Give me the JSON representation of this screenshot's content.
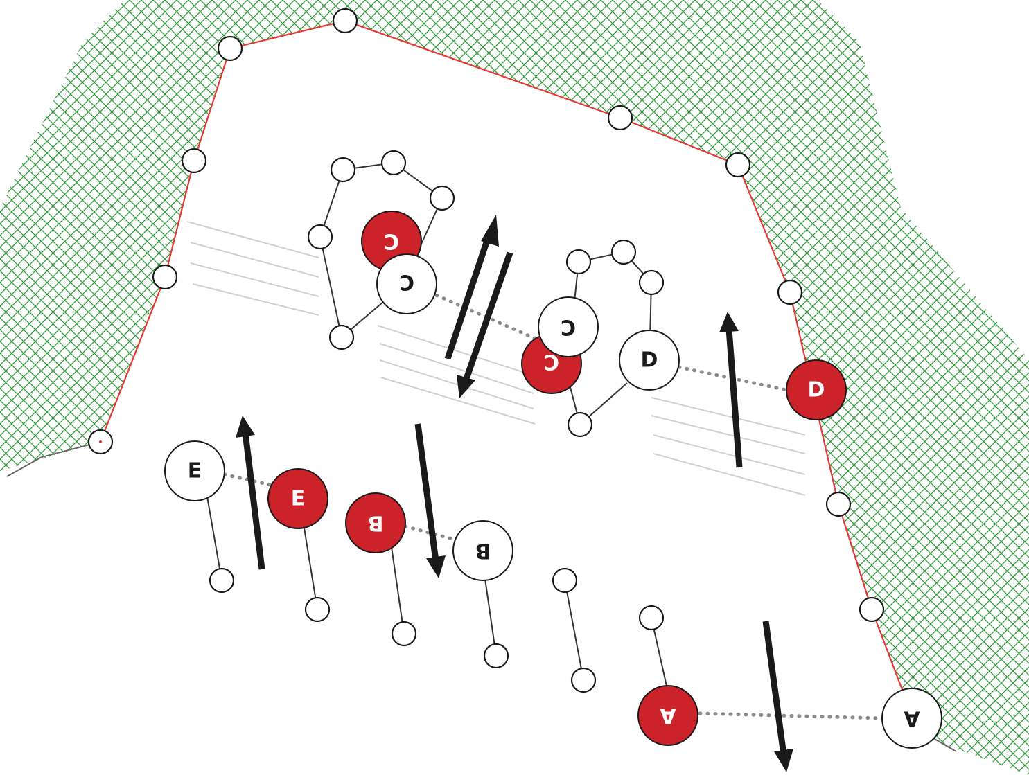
{
  "colors": {
    "background": "#ffffff",
    "hatch": "#2e9a38",
    "boundary_line": "#e53935",
    "red_node": "#cc2229",
    "node_stroke": "#1a1a1a",
    "arrow": "#1a1a1a",
    "dotted_link": "#8a8a8a",
    "stripe_lines": "#d0d0d0"
  },
  "labels": {
    "A": "A",
    "B": "B",
    "C": "C",
    "D": "D",
    "E": "E"
  },
  "icons": {
    "plain_node": "white-circle-node",
    "labeled_node": "labeled-circle-node",
    "flow_arrow": "black-arrow"
  },
  "label_orientation": {
    "A": "upside-down",
    "B": "upside-down",
    "C_main": "mirrored",
    "C_flipped": "rotated-180",
    "D": "normal",
    "E": "normal"
  }
}
